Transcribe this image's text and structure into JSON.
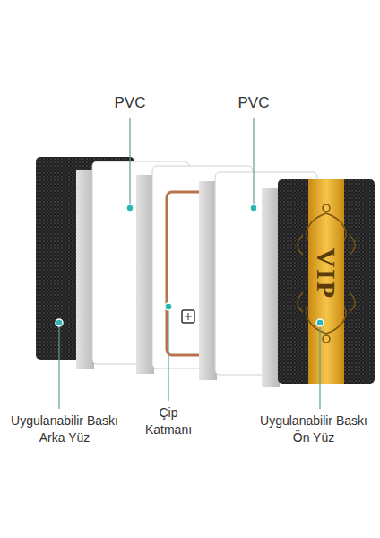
{
  "diagram": {
    "labels": [
      "PVC",
      "PVC",
      "Uygulanabilir Baskı Arka Yüz",
      "Çip Katmanı",
      "Uygulanabilir Baskı Ön Yüz",
      "VIP"
    ]
  }
}
